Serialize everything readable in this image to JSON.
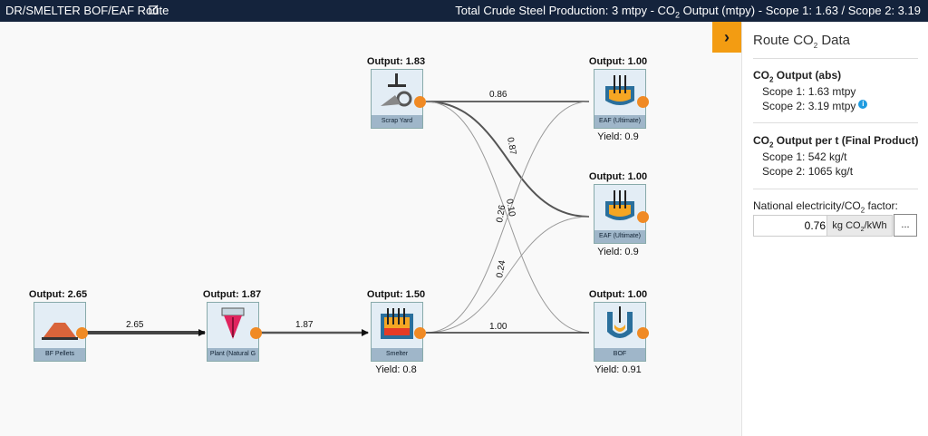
{
  "topbar": {
    "title": "DR/SMELTER BOF/EAF Route",
    "summary_prefix": "Total Crude Steel Production: 3 mtpy - CO",
    "summary_sub": "2",
    "summary_suffix": " Output (mtpy) - Scope 1: 1.63 / Scope 2: 3.19"
  },
  "nodes": [
    {
      "id": "bf-pellets",
      "output": "Output: 2.65",
      "label": "BF Pellets",
      "yield": ""
    },
    {
      "id": "plant",
      "output": "Output: 1.87",
      "label": "Plant (Natural G",
      "yield": ""
    },
    {
      "id": "scrap-yard",
      "output": "Output: 1.83",
      "label": "Scrap Yard",
      "yield": ""
    },
    {
      "id": "smelter",
      "output": "Output: 1.50",
      "label": "Smelter",
      "yield": "Yield: 0.8"
    },
    {
      "id": "eaf-1",
      "output": "Output: 1.00",
      "label": "EAF (Ultimate)",
      "yield": "Yield: 0.9"
    },
    {
      "id": "eaf-2",
      "output": "Output: 1.00",
      "label": "EAF (Ultimate)",
      "yield": "Yield: 0.9"
    },
    {
      "id": "bof",
      "output": "Output: 1.00",
      "label": "BOF",
      "yield": "Yield: 0.91"
    }
  ],
  "edges": [
    {
      "from": "bf-pellets",
      "to": "plant",
      "value": "2.65"
    },
    {
      "from": "plant",
      "to": "smelter",
      "value": "1.87"
    },
    {
      "from": "scrap-yard",
      "to": "eaf-1",
      "value": "0.86"
    },
    {
      "from": "scrap-yard",
      "to": "eaf-2",
      "value": "0.87"
    },
    {
      "from": "scrap-yard",
      "to": "bof",
      "value": "0.10"
    },
    {
      "from": "smelter",
      "to": "eaf-1",
      "value": "0.26"
    },
    {
      "from": "smelter",
      "to": "eaf-2",
      "value": "0.24"
    },
    {
      "from": "smelter",
      "to": "bof",
      "value": "1.00"
    }
  ],
  "panel": {
    "toggle": "›",
    "title_prefix": "Route CO",
    "title_sub": "2",
    "title_suffix": " Data",
    "abs_prefix": "CO",
    "abs_sub": "2",
    "abs_suffix": " Output (abs)",
    "abs_scope1": "Scope 1: 1.63 mtpy",
    "abs_scope2": "Scope 2: 3.19 mtpy",
    "info_icon": "i",
    "pert_prefix": "CO",
    "pert_sub": "2",
    "pert_suffix": " Output per t (Final Product)",
    "pert_scope1": "Scope 1: 542 kg/t",
    "pert_scope2": "Scope 2: 1065 kg/t",
    "factor_prefix": "National electricity/CO",
    "factor_sub": "2",
    "factor_suffix": " factor:",
    "factor_value": "0.76",
    "factor_unit_prefix": "kg CO",
    "factor_unit_sub": "2",
    "factor_unit_suffix": "/kWh",
    "factor_button": "..."
  },
  "colors": {
    "topbar": "#14233c",
    "accent": "#f39c12",
    "port": "#f08a24",
    "info": "#1e9be0"
  }
}
